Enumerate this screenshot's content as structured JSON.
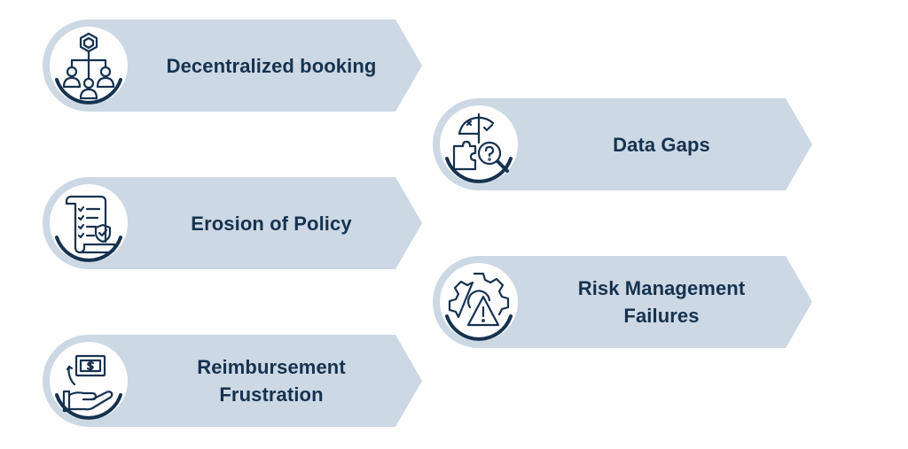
{
  "colors": {
    "card_fill": "#ccd8e4",
    "text": "#16324f",
    "icon": "#16324f",
    "ring": "#16324f",
    "disc": "#ffffff"
  },
  "items": [
    {
      "lines": [
        "Decentralized booking"
      ],
      "icon": "network-people-icon"
    },
    {
      "lines": [
        "Data Gaps"
      ],
      "icon": "puzzle-magnifier-icon"
    },
    {
      "lines": [
        "Erosion of Policy"
      ],
      "icon": "policy-scroll-icon"
    },
    {
      "lines": [
        "Risk Management",
        "Failures"
      ],
      "icon": "gear-warning-icon"
    },
    {
      "lines": [
        "Reimbursement",
        "Frustration"
      ],
      "icon": "hand-money-icon"
    }
  ]
}
